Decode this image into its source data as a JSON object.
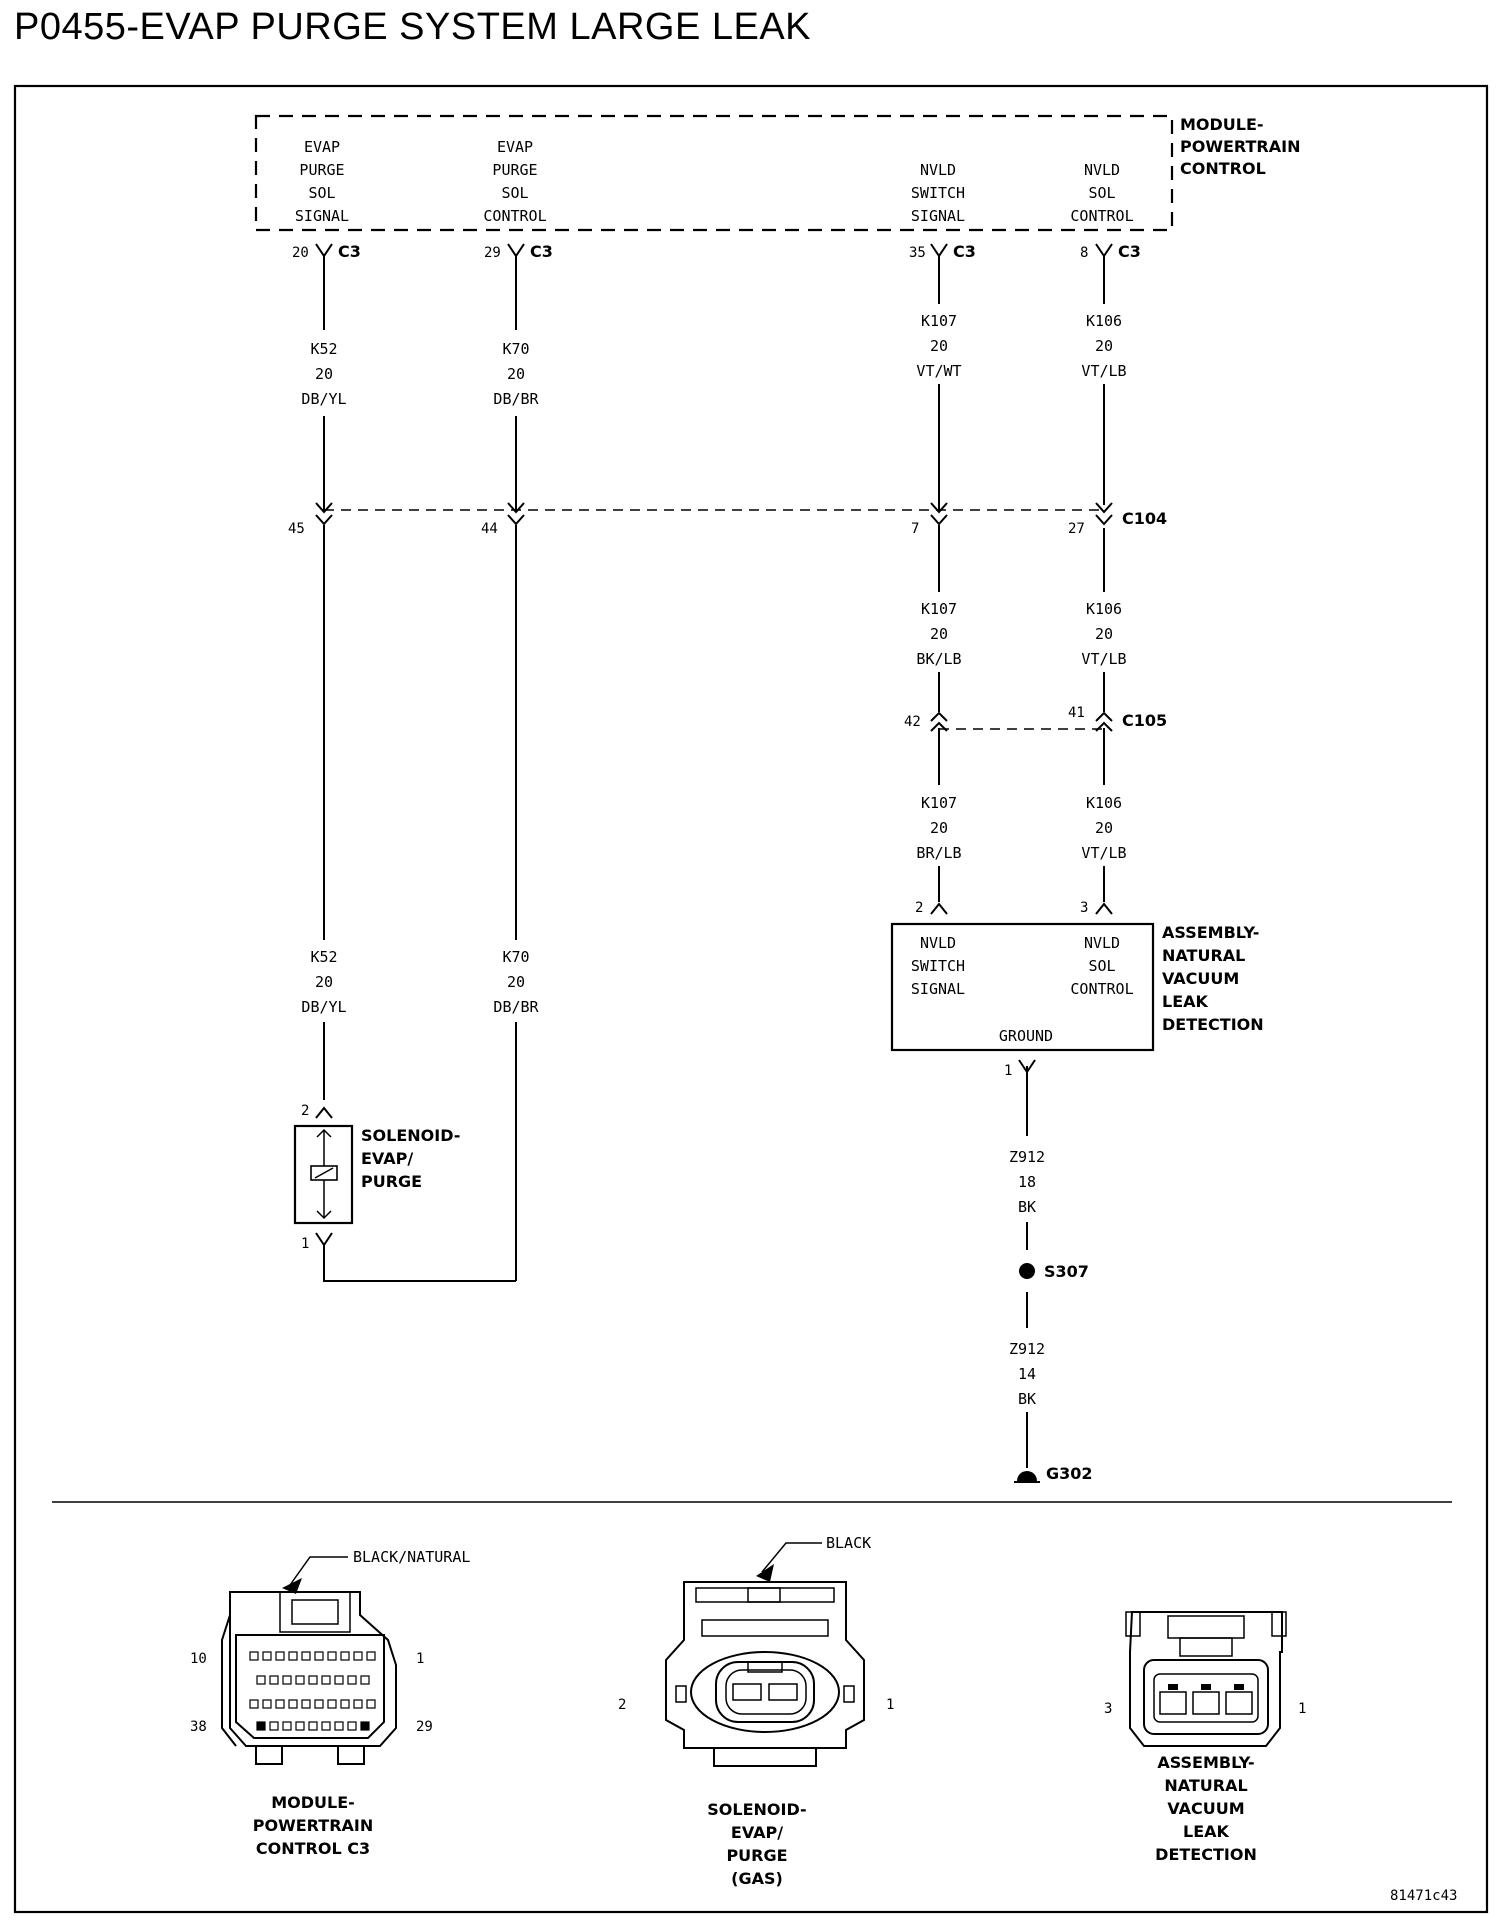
{
  "title": "P0455-EVAP PURGE SYSTEM LARGE LEAK",
  "pcm": {
    "name": [
      "MODULE-",
      "POWERTRAIN",
      "CONTROL"
    ],
    "pins": [
      {
        "lines": [
          "EVAP",
          "PURGE",
          "SOL",
          "SIGNAL"
        ],
        "cavity": "20",
        "connector": "C3"
      },
      {
        "lines": [
          "EVAP",
          "PURGE",
          "SOL",
          "CONTROL"
        ],
        "cavity": "29",
        "connector": "C3"
      },
      {
        "lines": [
          "NVLD",
          "SWITCH",
          "SIGNAL"
        ],
        "cavity": "35",
        "connector": "C3"
      },
      {
        "lines": [
          "NVLD",
          "SOL",
          "CONTROL"
        ],
        "cavity": "8",
        "connector": "C3"
      }
    ]
  },
  "wires": {
    "k52_top": [
      "K52",
      "20",
      "DB/YL"
    ],
    "k70_top": [
      "K70",
      "20",
      "DB/BR"
    ],
    "k107_top": [
      "K107",
      "20",
      "VT/WT"
    ],
    "k106_top": [
      "K106",
      "20",
      "VT/LB"
    ],
    "k107_mid": [
      "K107",
      "20",
      "BK/LB"
    ],
    "k106_mid": [
      "K106",
      "20",
      "VT/LB"
    ],
    "k107_low": [
      "K107",
      "20",
      "BR/LB"
    ],
    "k106_low": [
      "K106",
      "20",
      "VT/LB"
    ],
    "k52_low": [
      "K52",
      "20",
      "DB/YL"
    ],
    "k70_low": [
      "K70",
      "20",
      "DB/BR"
    ],
    "z912_a": [
      "Z912",
      "18",
      "BK"
    ],
    "z912_b": [
      "Z912",
      "14",
      "BK"
    ]
  },
  "c104": {
    "name": "C104",
    "cavities": [
      "45",
      "44",
      "7",
      "27"
    ]
  },
  "c105": {
    "name": "C105",
    "cavities": [
      "42",
      "41"
    ]
  },
  "nvld": {
    "name": [
      "ASSEMBLY-",
      "NATURAL",
      "VACUUM",
      "LEAK",
      "DETECTION"
    ],
    "left": [
      "NVLD",
      "SWITCH",
      "SIGNAL"
    ],
    "right": [
      "NVLD",
      "SOL",
      "CONTROL"
    ],
    "ground": "GROUND",
    "pins": [
      "2",
      "3",
      "1"
    ]
  },
  "solenoid": {
    "name": [
      "SOLENOID-",
      "EVAP/",
      "PURGE"
    ],
    "pins": [
      "2",
      "1"
    ]
  },
  "splice": "S307",
  "ground_point": "G302",
  "views": {
    "pcm_c3": {
      "color": "BLACK/NATURAL",
      "pins": [
        "10",
        "1",
        "38",
        "29"
      ],
      "name": [
        "MODULE-",
        "POWERTRAIN",
        "CONTROL C3"
      ]
    },
    "solenoid": {
      "color": "BLACK",
      "pins": [
        "2",
        "1"
      ],
      "name": [
        "SOLENOID-",
        "EVAP/",
        "PURGE",
        "(GAS)"
      ]
    },
    "nvld": {
      "pins": [
        "3",
        "1"
      ],
      "name": [
        "ASSEMBLY-",
        "NATURAL",
        "VACUUM",
        "LEAK",
        "DETECTION"
      ]
    }
  },
  "figure_id": "81471c43"
}
